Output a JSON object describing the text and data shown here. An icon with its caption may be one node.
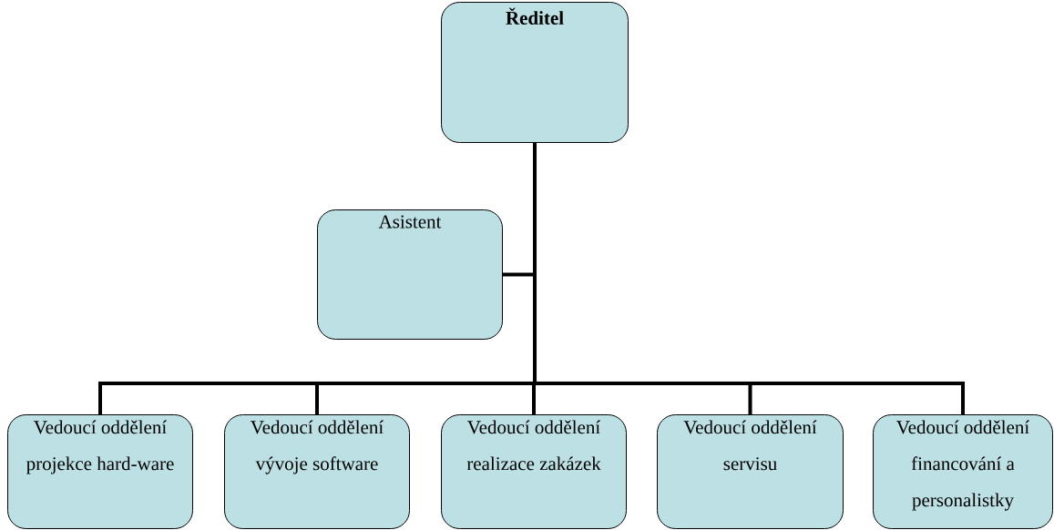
{
  "diagram": {
    "nodes": [
      {
        "text": [
          "Ředitel"
        ]
      },
      {
        "text": [
          "Asistent"
        ]
      },
      {
        "text": [
          "Vedoucí oddělení projekce hard-ware"
        ]
      },
      {
        "text": [
          "Vedoucí oddělení vývoje software"
        ]
      },
      {
        "text": [
          "Vedoucí oddělení realizace zakázek"
        ]
      },
      {
        "text": [
          "Vedoucí oddělení servisu"
        ]
      },
      {
        "text": [
          "Vedoucí oddělení financování a personalistky"
        ]
      }
    ],
    "edges": [
      {
        "from": 0,
        "to": 1,
        "arrow": "none"
      },
      {
        "from": 0,
        "to": 2,
        "arrow": "none"
      },
      {
        "from": 0,
        "to": 3,
        "arrow": "none"
      },
      {
        "from": 0,
        "to": 4,
        "arrow": "none"
      },
      {
        "from": 0,
        "to": 5,
        "arrow": "none"
      },
      {
        "from": 0,
        "to": 6,
        "arrow": "none"
      }
    ]
  }
}
